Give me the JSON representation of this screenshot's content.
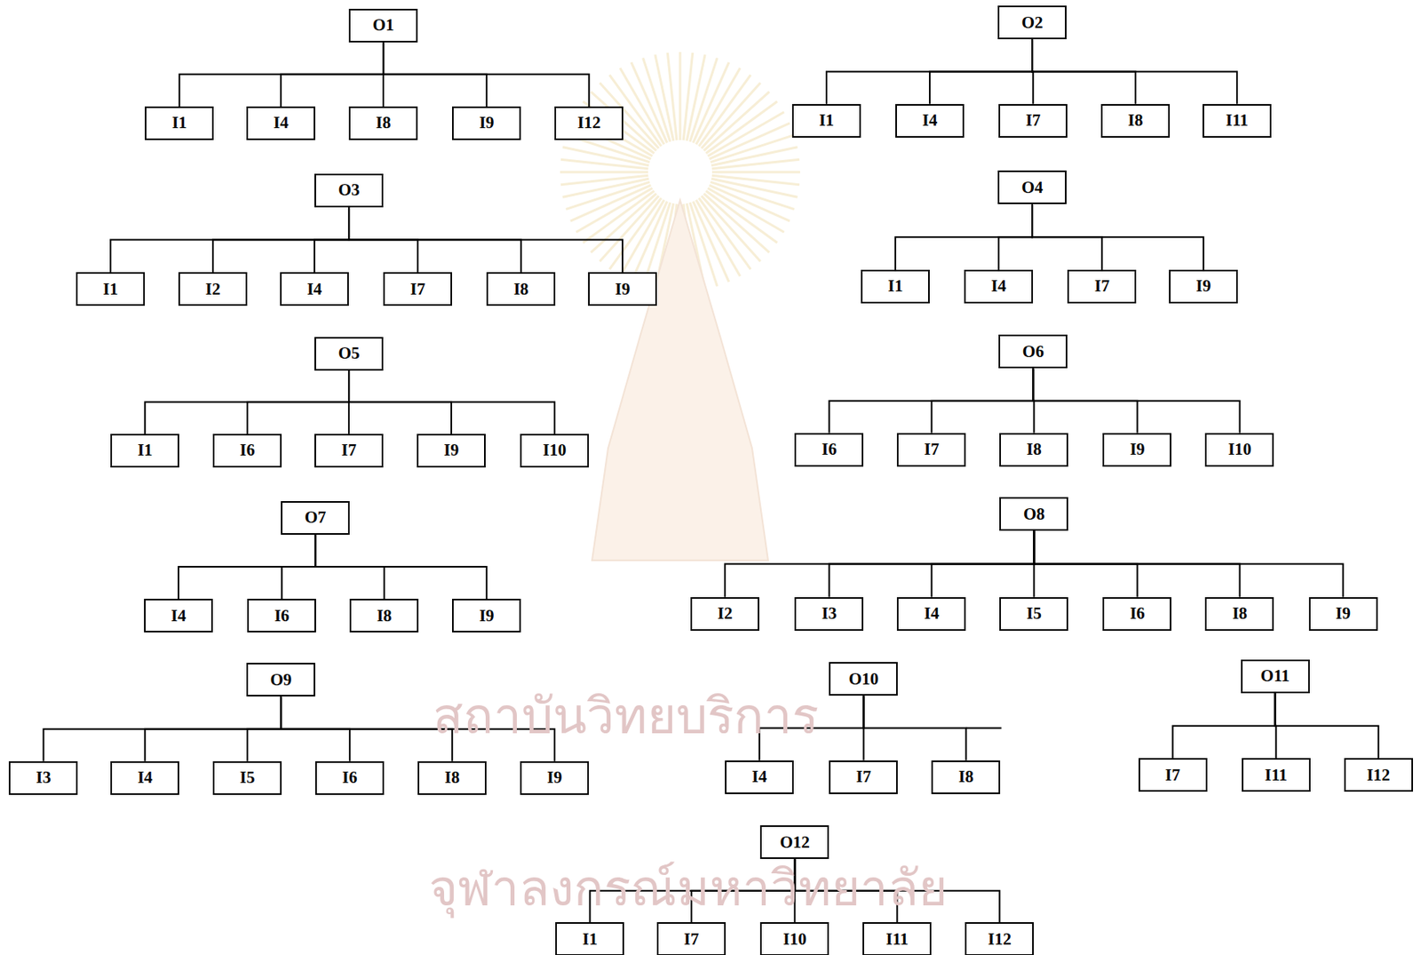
{
  "diagram": {
    "nodes": [
      {
        "text": [
          "O1"
        ]
      },
      {
        "text": [
          "I1"
        ]
      },
      {
        "text": [
          "I4"
        ]
      },
      {
        "text": [
          "I8"
        ]
      },
      {
        "text": [
          "I9"
        ]
      },
      {
        "text": [
          "I12"
        ]
      },
      {
        "text": [
          "O2"
        ]
      },
      {
        "text": [
          "I1"
        ]
      },
      {
        "text": [
          "I4"
        ]
      },
      {
        "text": [
          "I7"
        ]
      },
      {
        "text": [
          "I8"
        ]
      },
      {
        "text": [
          "I11"
        ]
      },
      {
        "text": [
          "O3"
        ]
      },
      {
        "text": [
          "I1"
        ]
      },
      {
        "text": [
          "I2"
        ]
      },
      {
        "text": [
          "I4"
        ]
      },
      {
        "text": [
          "I7"
        ]
      },
      {
        "text": [
          "I8"
        ]
      },
      {
        "text": [
          "I9"
        ]
      },
      {
        "text": [
          "O4"
        ]
      },
      {
        "text": [
          "I1"
        ]
      },
      {
        "text": [
          "I4"
        ]
      },
      {
        "text": [
          "I7"
        ]
      },
      {
        "text": [
          "I9"
        ]
      },
      {
        "text": [
          "O5"
        ]
      },
      {
        "text": [
          "I1"
        ]
      },
      {
        "text": [
          "I6"
        ]
      },
      {
        "text": [
          "I7"
        ]
      },
      {
        "text": [
          "I9"
        ]
      },
      {
        "text": [
          "I10"
        ]
      },
      {
        "text": [
          "O6"
        ]
      },
      {
        "text": [
          "I6"
        ]
      },
      {
        "text": [
          "I7"
        ]
      },
      {
        "text": [
          "I8"
        ]
      },
      {
        "text": [
          "I9"
        ]
      },
      {
        "text": [
          "I10"
        ]
      },
      {
        "text": [
          "O7"
        ]
      },
      {
        "text": [
          "I4"
        ]
      },
      {
        "text": [
          "I6"
        ]
      },
      {
        "text": [
          "I8"
        ]
      },
      {
        "text": [
          "I9"
        ]
      },
      {
        "text": [
          "O8"
        ]
      },
      {
        "text": [
          "I2"
        ]
      },
      {
        "text": [
          "I3"
        ]
      },
      {
        "text": [
          "I4"
        ]
      },
      {
        "text": [
          "I5"
        ]
      },
      {
        "text": [
          "I6"
        ]
      },
      {
        "text": [
          "I8"
        ]
      },
      {
        "text": [
          "I9"
        ]
      },
      {
        "text": [
          "O9"
        ]
      },
      {
        "text": [
          "I3"
        ]
      },
      {
        "text": [
          "I4"
        ]
      },
      {
        "text": [
          "I5"
        ]
      },
      {
        "text": [
          "I6"
        ]
      },
      {
        "text": [
          "I8"
        ]
      },
      {
        "text": [
          "I9"
        ]
      },
      {
        "text": [
          "O10"
        ]
      },
      {
        "text": [
          "I4"
        ]
      },
      {
        "text": [
          "I7"
        ]
      },
      {
        "text": [
          "I8"
        ]
      },
      {
        "text": [
          "O11"
        ]
      },
      {
        "text": [
          "I7"
        ]
      },
      {
        "text": [
          "I11"
        ]
      },
      {
        "text": [
          "I12"
        ]
      },
      {
        "text": [
          "O12"
        ]
      },
      {
        "text": [
          "I1"
        ]
      },
      {
        "text": [
          "I7"
        ]
      },
      {
        "text": [
          "I10"
        ]
      },
      {
        "text": [
          "I11"
        ]
      },
      {
        "text": [
          "I12"
        ]
      }
    ],
    "edges": [
      {
        "from": 0,
        "to": 1,
        "arrow": "none"
      },
      {
        "from": 0,
        "to": 2,
        "arrow": "none"
      },
      {
        "from": 0,
        "to": 3,
        "arrow": "none"
      },
      {
        "from": 0,
        "to": 4,
        "arrow": "none"
      },
      {
        "from": 0,
        "to": 5,
        "arrow": "none"
      },
      {
        "from": 6,
        "to": 7,
        "arrow": "none"
      },
      {
        "from": 6,
        "to": 8,
        "arrow": "none"
      },
      {
        "from": 6,
        "to": 9,
        "arrow": "none"
      },
      {
        "from": 6,
        "to": 10,
        "arrow": "none"
      },
      {
        "from": 6,
        "to": 11,
        "arrow": "none"
      },
      {
        "from": 12,
        "to": 13,
        "arrow": "none"
      },
      {
        "from": 12,
        "to": 14,
        "arrow": "none"
      },
      {
        "from": 12,
        "to": 15,
        "arrow": "none"
      },
      {
        "from": 12,
        "to": 16,
        "arrow": "none"
      },
      {
        "from": 12,
        "to": 17,
        "arrow": "none"
      },
      {
        "from": 12,
        "to": 18,
        "arrow": "none"
      },
      {
        "from": 19,
        "to": 20,
        "arrow": "none"
      },
      {
        "from": 19,
        "to": 21,
        "arrow": "none"
      },
      {
        "from": 19,
        "to": 22,
        "arrow": "none"
      },
      {
        "from": 19,
        "to": 23,
        "arrow": "none"
      },
      {
        "from": 24,
        "to": 25,
        "arrow": "none"
      },
      {
        "from": 24,
        "to": 26,
        "arrow": "none"
      },
      {
        "from": 24,
        "to": 27,
        "arrow": "none"
      },
      {
        "from": 24,
        "to": 28,
        "arrow": "none"
      },
      {
        "from": 24,
        "to": 29,
        "arrow": "none"
      },
      {
        "from": 30,
        "to": 31,
        "arrow": "none"
      },
      {
        "from": 30,
        "to": 32,
        "arrow": "none"
      },
      {
        "from": 30,
        "to": 33,
        "arrow": "none"
      },
      {
        "from": 30,
        "to": 34,
        "arrow": "none"
      },
      {
        "from": 30,
        "to": 35,
        "arrow": "none"
      },
      {
        "from": 36,
        "to": 37,
        "arrow": "none"
      },
      {
        "from": 36,
        "to": 38,
        "arrow": "none"
      },
      {
        "from": 36,
        "to": 39,
        "arrow": "none"
      },
      {
        "from": 36,
        "to": 40,
        "arrow": "none"
      },
      {
        "from": 41,
        "to": 42,
        "arrow": "none"
      },
      {
        "from": 41,
        "to": 43,
        "arrow": "none"
      },
      {
        "from": 41,
        "to": 44,
        "arrow": "none"
      },
      {
        "from": 41,
        "to": 45,
        "arrow": "none"
      },
      {
        "from": 41,
        "to": 46,
        "arrow": "none"
      },
      {
        "from": 41,
        "to": 47,
        "arrow": "none"
      },
      {
        "from": 41,
        "to": 48,
        "arrow": "none"
      },
      {
        "from": 49,
        "to": 50,
        "arrow": "none"
      },
      {
        "from": 49,
        "to": 51,
        "arrow": "none"
      },
      {
        "from": 49,
        "to": 52,
        "arrow": "none"
      },
      {
        "from": 49,
        "to": 53,
        "arrow": "none"
      },
      {
        "from": 49,
        "to": 54,
        "arrow": "none"
      },
      {
        "from": 49,
        "to": 55,
        "arrow": "none"
      },
      {
        "from": 56,
        "to": 57,
        "arrow": "none"
      },
      {
        "from": 56,
        "to": 58,
        "arrow": "none"
      },
      {
        "from": 56,
        "to": 59,
        "arrow": "none"
      },
      {
        "from": 60,
        "to": 61,
        "arrow": "none"
      },
      {
        "from": 60,
        "to": 62,
        "arrow": "none"
      },
      {
        "from": 60,
        "to": 63,
        "arrow": "none"
      },
      {
        "from": 64,
        "to": 65,
        "arrow": "none"
      },
      {
        "from": 64,
        "to": 66,
        "arrow": "none"
      },
      {
        "from": 64,
        "to": 67,
        "arrow": "none"
      },
      {
        "from": 64,
        "to": 68,
        "arrow": "none"
      },
      {
        "from": 64,
        "to": 69,
        "arrow": "none"
      }
    ],
    "labels": [
      "สถาบันวิทยบริการ",
      "จุฬาลงกรณ์มหาวิทยาลัย"
    ]
  }
}
